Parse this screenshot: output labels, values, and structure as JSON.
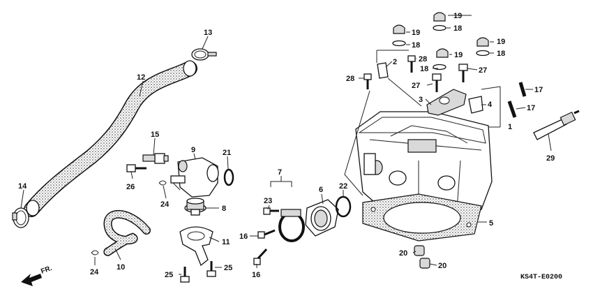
{
  "diagram": {
    "code": "KS4T-E0200",
    "direction_label": "FR.",
    "callouts": [
      {
        "id": "c1",
        "text": "1"
      },
      {
        "id": "c2",
        "text": "2"
      },
      {
        "id": "c3",
        "text": "3"
      },
      {
        "id": "c4",
        "text": "4"
      },
      {
        "id": "c5",
        "text": "5"
      },
      {
        "id": "c6",
        "text": "6"
      },
      {
        "id": "c7",
        "text": "7"
      },
      {
        "id": "c8",
        "text": "8"
      },
      {
        "id": "c9",
        "text": "9"
      },
      {
        "id": "c10",
        "text": "10"
      },
      {
        "id": "c11",
        "text": "11"
      },
      {
        "id": "c12",
        "text": "12"
      },
      {
        "id": "c13",
        "text": "13"
      },
      {
        "id": "c14",
        "text": "14"
      },
      {
        "id": "c15",
        "text": "15"
      },
      {
        "id": "c16a",
        "text": "16"
      },
      {
        "id": "c16b",
        "text": "16"
      },
      {
        "id": "c17a",
        "text": "17"
      },
      {
        "id": "c17b",
        "text": "17"
      },
      {
        "id": "c18a",
        "text": "18"
      },
      {
        "id": "c18b",
        "text": "18"
      },
      {
        "id": "c18c",
        "text": "18"
      },
      {
        "id": "c18d",
        "text": "18"
      },
      {
        "id": "c19a",
        "text": "19"
      },
      {
        "id": "c19b",
        "text": "19"
      },
      {
        "id": "c19c",
        "text": "19"
      },
      {
        "id": "c19d",
        "text": "19"
      },
      {
        "id": "c20a",
        "text": "20"
      },
      {
        "id": "c20b",
        "text": "20"
      },
      {
        "id": "c21",
        "text": "21"
      },
      {
        "id": "c22",
        "text": "22"
      },
      {
        "id": "c23",
        "text": "23"
      },
      {
        "id": "c24a",
        "text": "24"
      },
      {
        "id": "c24b",
        "text": "24"
      },
      {
        "id": "c25a",
        "text": "25"
      },
      {
        "id": "c25b",
        "text": "25"
      },
      {
        "id": "c26",
        "text": "26"
      },
      {
        "id": "c27a",
        "text": "27"
      },
      {
        "id": "c27b",
        "text": "27"
      },
      {
        "id": "c28a",
        "text": "28"
      },
      {
        "id": "c28b",
        "text": "28"
      },
      {
        "id": "c29",
        "text": "29"
      }
    ]
  }
}
